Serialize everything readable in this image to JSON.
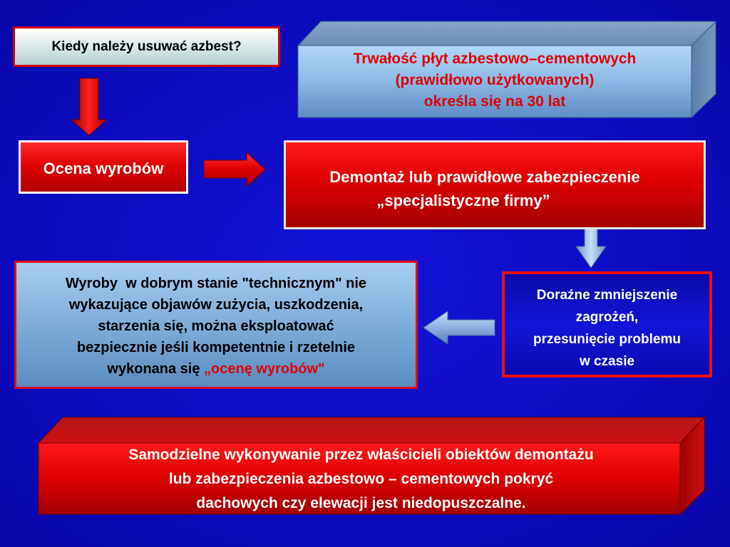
{
  "question": "Kiedy należy usuwać azbest?",
  "durability": {
    "line1": "Trwałość płyt azbestowo–cementowych",
    "line2": "(prawidłowo użytkowanych)",
    "line3": "określa się na 30 lat"
  },
  "assessment": "Ocena wyrobów",
  "removal": {
    "line1": "Demontaż lub prawidłowe zabezpieczenie",
    "line2": "„specjalistyczne firmy”"
  },
  "good_condition": {
    "line1": "Wyroby  w dobrym stanie \"technicznym\" nie",
    "line2": "wykazujące objawów zużycia, uszkodzenia,",
    "line3": "starzenia się, można eksploatować",
    "line4": "bezpiecznie jeśli kompetentnie i rzetelnie",
    "line5_prefix": "wykonana się ",
    "line5_highlight": "„ocenę wyrobów\""
  },
  "temporary": {
    "line1": "Doraźne zmniejszenie",
    "line2": "zagrożeń,",
    "line3": "przesunięcie problemu",
    "line4": "w czasie"
  },
  "warning": {
    "line1": "Samodzielne wykonywanie przez właścicieli obiektów demontażu",
    "line2": "lub zabezpieczenia azbestowo – cementowych pokryć",
    "line3": "dachowych czy elewacji jest niedopuszczalne."
  },
  "colors": {
    "background": "#0c0cc0",
    "red": "#dd0000",
    "light_blue": "#a7ccf0",
    "border_red": "#e01010"
  }
}
